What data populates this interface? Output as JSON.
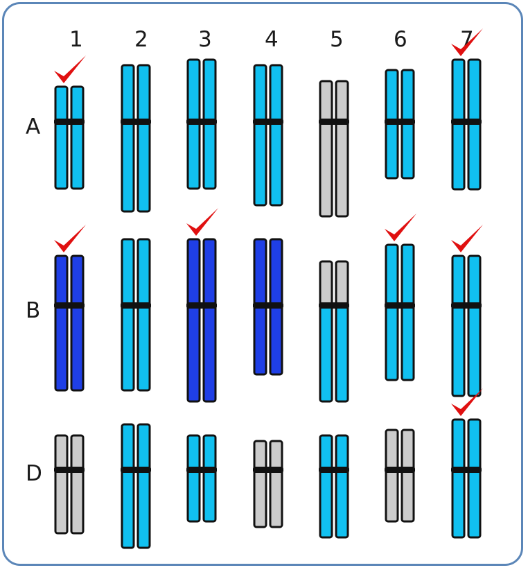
{
  "columns": [
    "1",
    "2",
    "3",
    "4",
    "5",
    "6",
    "7"
  ],
  "rows": [
    {
      "label": "A",
      "pairs": [
        {
          "color": "cyan",
          "checked": true
        },
        {
          "color": "cyan",
          "checked": false
        },
        {
          "color": "cyan",
          "checked": false
        },
        {
          "color": "cyan",
          "checked": false
        },
        {
          "color": "gray",
          "checked": false
        },
        {
          "color": "cyan",
          "checked": false
        },
        {
          "color": "cyan",
          "checked": true
        }
      ]
    },
    {
      "label": "B",
      "pairs": [
        {
          "color": "blue",
          "checked": true
        },
        {
          "color": "cyan",
          "checked": false
        },
        {
          "color": "blue",
          "checked": true
        },
        {
          "color": "blue",
          "checked": false
        },
        {
          "color": "gray-top-cyan-bottom",
          "checked": false
        },
        {
          "color": "cyan",
          "checked": true
        },
        {
          "color": "cyan",
          "checked": true
        }
      ]
    },
    {
      "label": "D",
      "pairs": [
        {
          "color": "gray",
          "checked": false
        },
        {
          "color": "cyan",
          "checked": false
        },
        {
          "color": "cyan",
          "checked": false
        },
        {
          "color": "gray",
          "checked": false
        },
        {
          "color": "cyan",
          "checked": false
        },
        {
          "color": "gray",
          "checked": false
        },
        {
          "color": "cyan",
          "checked": true
        }
      ]
    }
  ],
  "colors": {
    "cyan": "#11c0f0",
    "blue": "#1f3fe6",
    "gray": "#cccccc",
    "outline": "#111111",
    "check": "#e01010",
    "frame": "#5b86b8"
  }
}
